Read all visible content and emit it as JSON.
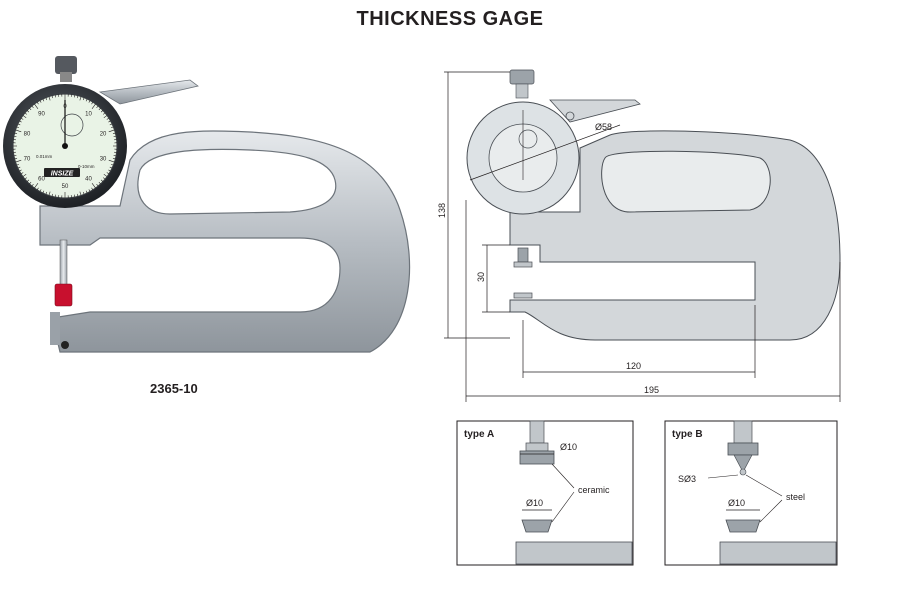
{
  "title": "THICKNESS GAGE",
  "model": "2365-10",
  "brand": "INSIZE",
  "dial": {
    "outer_numbers": [
      "0",
      "10",
      "20",
      "30",
      "40",
      "50",
      "60",
      "70",
      "80",
      "90"
    ],
    "range_text": "0-10mm",
    "resolution_text": "0.01mm"
  },
  "drawing": {
    "dim_dial": "Ø58",
    "dim_height": "138",
    "dim_throat": "30",
    "dim_depth": "120",
    "dim_length": "195"
  },
  "type_a": {
    "label": "type A",
    "top_dia": "Ø10",
    "bottom_dia": "Ø10",
    "material": "ceramic"
  },
  "type_b": {
    "label": "type B",
    "sphere": "SØ3",
    "bottom_dia": "Ø10",
    "material": "steel"
  },
  "colors": {
    "frame_fill": "#d3d7da",
    "frame_stroke": "#4a4f55",
    "dial_face": "#e9f3e6",
    "red_clamp": "#c8102e"
  }
}
